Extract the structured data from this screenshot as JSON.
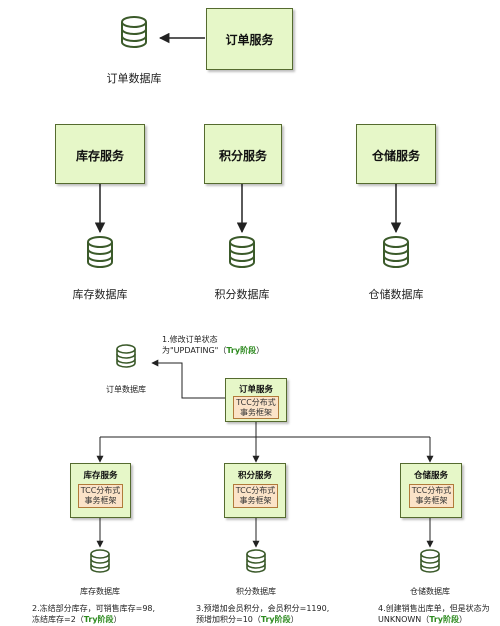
{
  "top": {
    "order_service": "订单服务",
    "order_db": "订单数据库",
    "inventory_service": "库存服务",
    "points_service": "积分服务",
    "warehouse_service": "仓储服务",
    "inventory_db": "库存数据库",
    "points_db": "积分数据库",
    "warehouse_db": "仓储数据库"
  },
  "bottom": {
    "order_db": "订单数据库",
    "order_service": "订单服务",
    "tcc_line1": "TCC分布式",
    "tcc_line2": "事务框架",
    "inventory_service": "库存服务",
    "points_service": "积分服务",
    "warehouse_service": "仓储服务",
    "inventory_db": "库存数据库",
    "points_db": "积分数据库",
    "warehouse_db": "仓储数据库",
    "note1_line1": "1.修改订单状态",
    "note1_line2": "为\"UPDATING\"（",
    "note2_line1": "2.冻结部分库存，可销售库存=98,",
    "note2_line2": "冻结库存=2（",
    "note3_line1": "3.预增加会员积分，会员积分=1190,",
    "note3_line2": "预增加积分=10（",
    "note4_line1": "4.创建销售出库单，但是状态为",
    "note4_line2": "UNKNOWN（",
    "try_phase": "Try阶段",
    "close_paren": "）"
  },
  "colors": {
    "service_fill": "#e6f7c8",
    "service_border": "#556b2f",
    "tcc_fill": "#fbe3c8",
    "highlight_green": "#2e8b20",
    "arrow": "#222222"
  }
}
